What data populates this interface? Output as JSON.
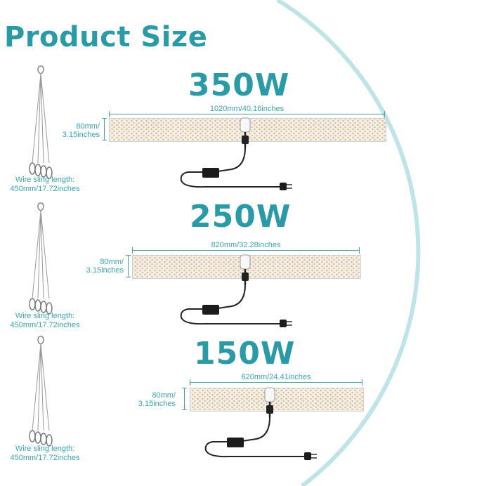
{
  "page": {
    "title": "Product Size",
    "accent_color": "#2a9aa6"
  },
  "models": [
    {
      "watt": "350W",
      "width_label": "1020mm/40.16inches",
      "height_label_1": "80mm/",
      "height_label_2": "3.15inches",
      "sling_label_1": "Wire sling length:",
      "sling_label_2": "450mm/17.72inches"
    },
    {
      "watt": "250W",
      "width_label": "820mm/32.28inches",
      "height_label_1": "80mm/",
      "height_label_2": "3.15inches",
      "sling_label_1": "Wire sling length:",
      "sling_label_2": "450mm/17.72inches"
    },
    {
      "watt": "150W",
      "width_label": "620mm/24.41inches",
      "height_label_1": "80mm/",
      "height_label_2": "3.15inches",
      "sling_label_1": "Wire sling length:",
      "sling_label_2": "450mm/17.72inches"
    }
  ]
}
